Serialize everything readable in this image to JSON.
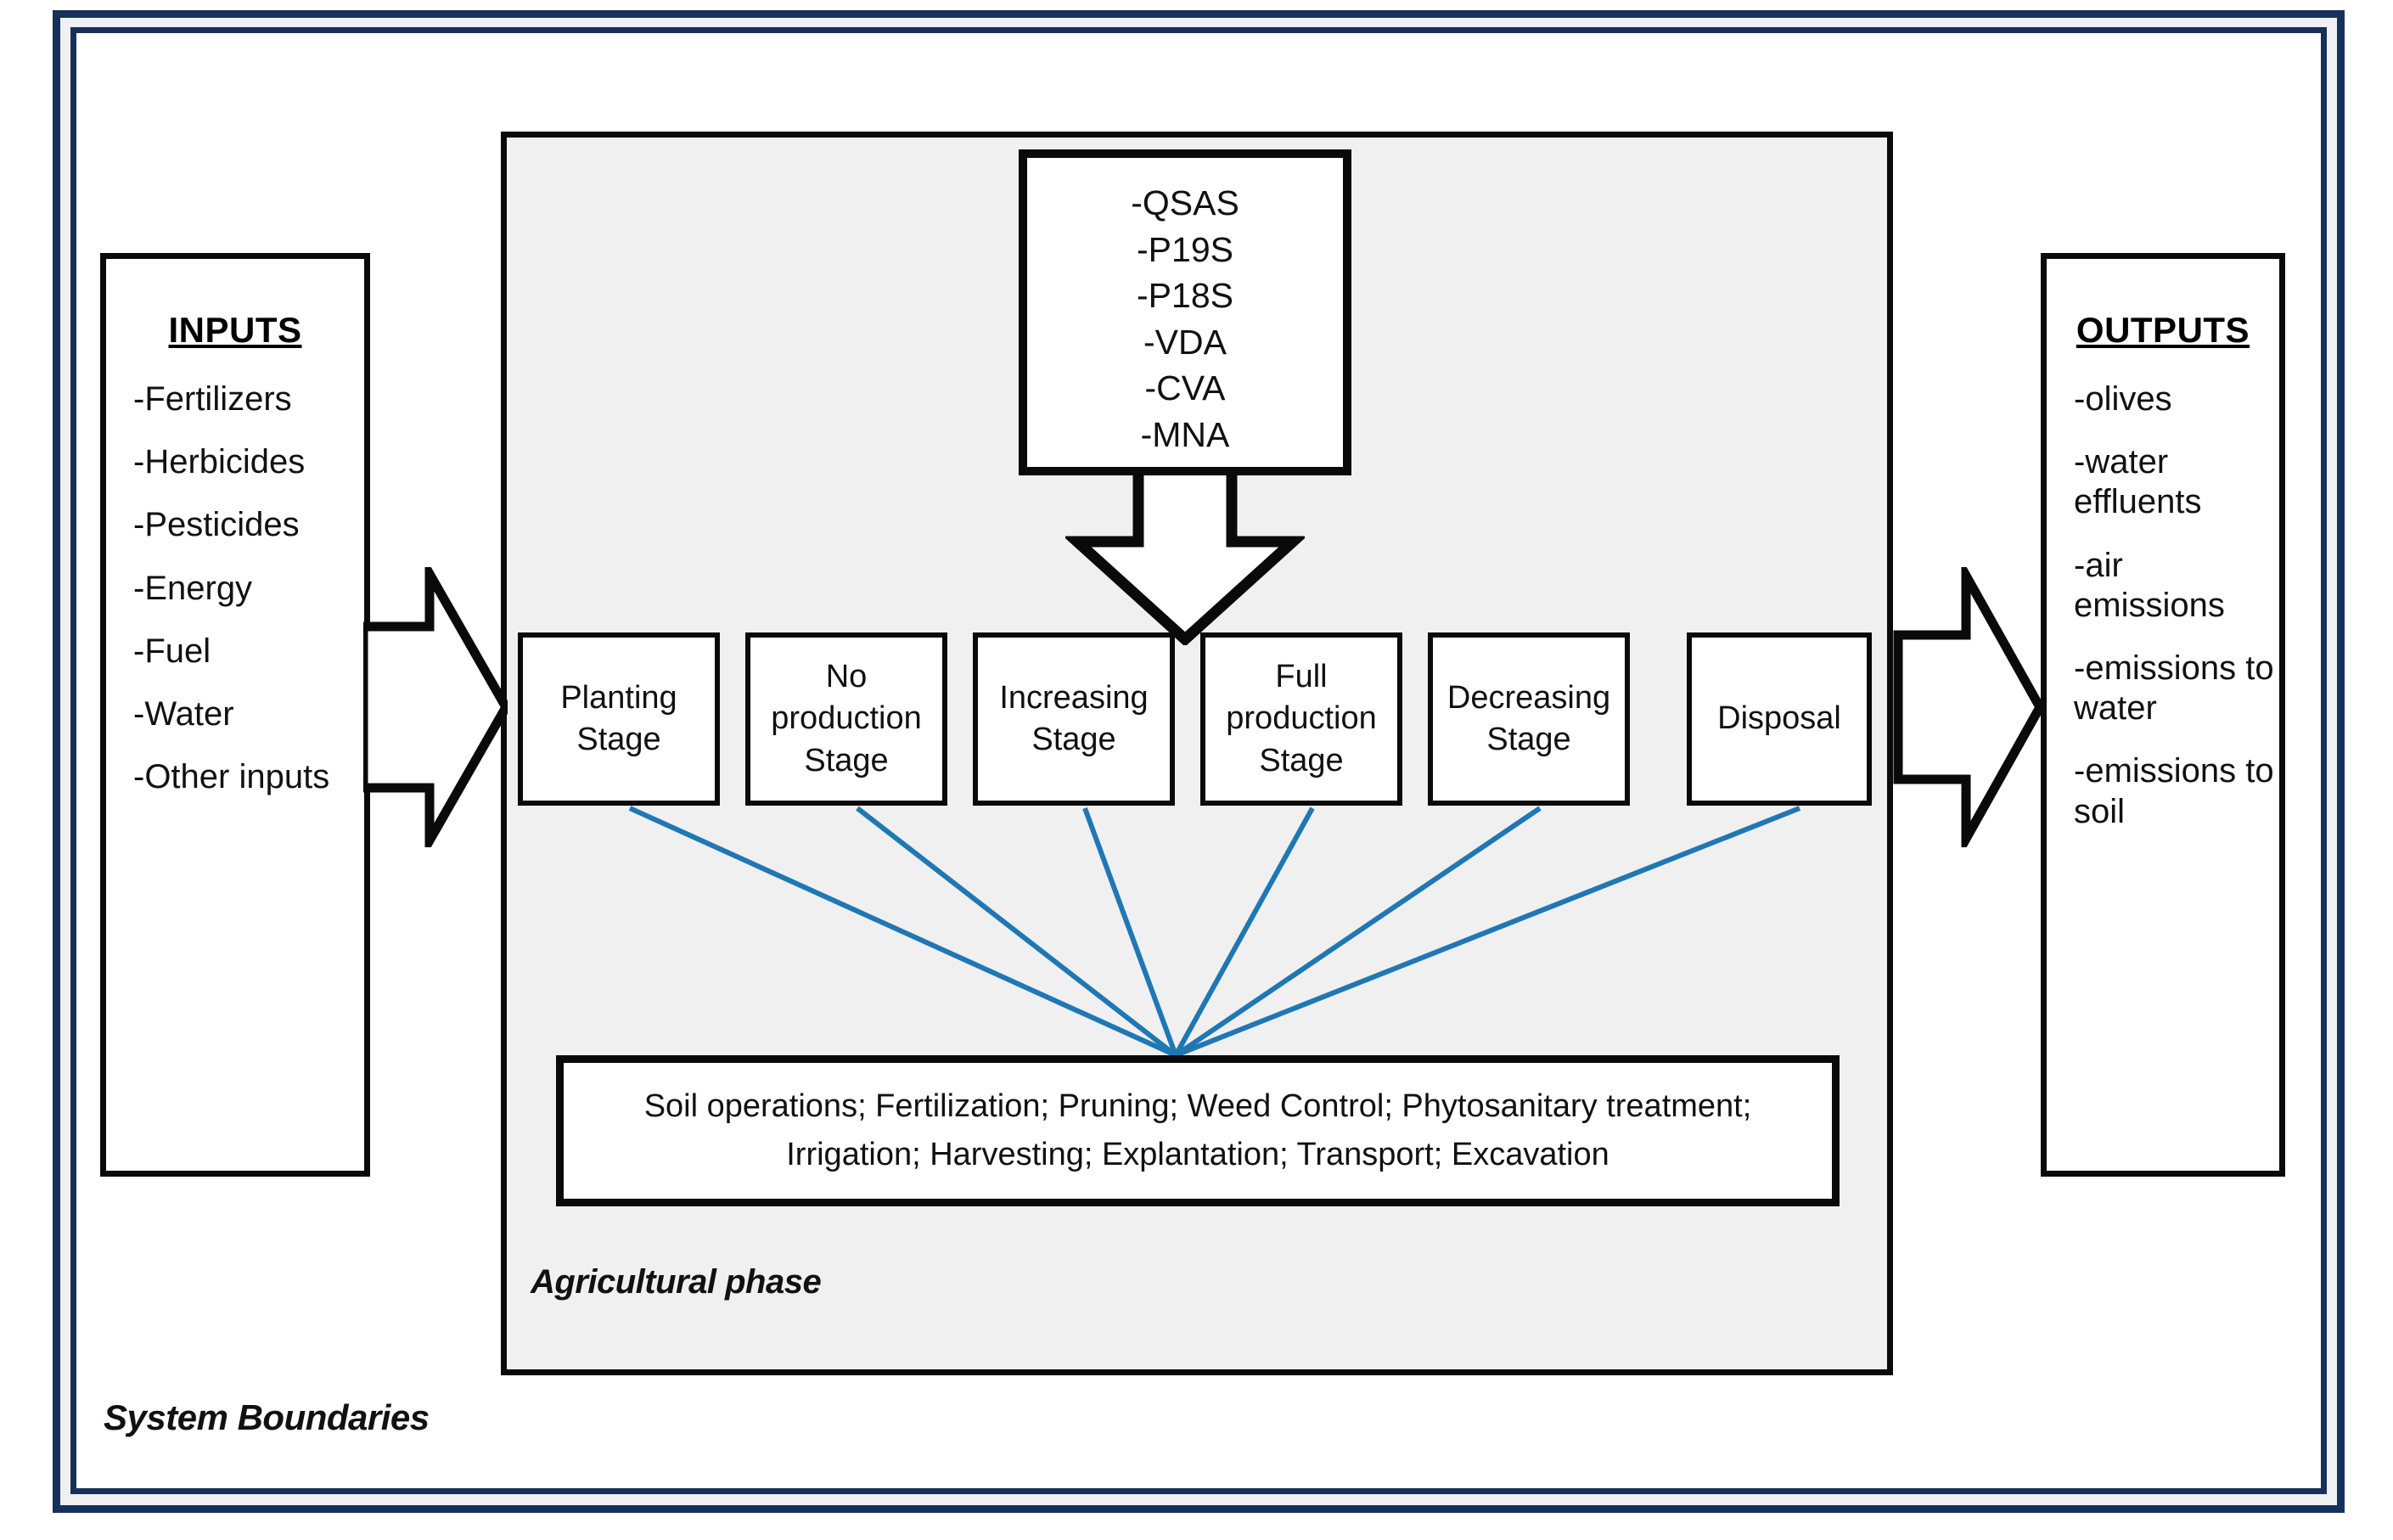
{
  "system": {
    "boundaries_label": "System Boundaries",
    "phase_label": "Agricultural phase",
    "border_color": "#16305a",
    "panel_color": "#f0f0f0",
    "connector_color": "#1f77b4"
  },
  "inputs": {
    "title": "INPUTS",
    "items": [
      "-Fertilizers",
      "-Herbicides",
      "-Pesticides",
      "-Energy",
      "-Fuel",
      "-Water",
      "-Other inputs"
    ]
  },
  "outputs": {
    "title": "OUTPUTS",
    "items": [
      "-olives",
      "-water effluents",
      "-air emissions",
      "-emissions to water",
      "-emissions to soil"
    ]
  },
  "codes": {
    "items": [
      "-QSAS",
      "-P19S",
      "-P18S",
      "-VDA",
      "-CVA",
      "-MNA"
    ]
  },
  "stages": [
    {
      "label": "Planting Stage"
    },
    {
      "label": "No production Stage"
    },
    {
      "label": "Increasing Stage"
    },
    {
      "label": "Full production Stage"
    },
    {
      "label": "Decreasing Stage"
    },
    {
      "label": "Disposal"
    }
  ],
  "operations": {
    "text": "Soil operations; Fertilization; Pruning; Weed Control; Phytosanitary treatment; Irrigation; Harvesting; Explantation; Transport; Excavation"
  }
}
